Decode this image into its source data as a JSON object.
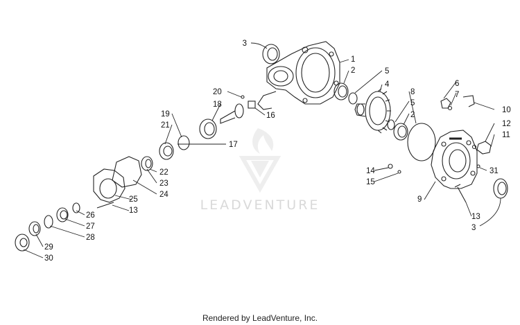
{
  "watermark": {
    "text": "LEADVENTURE"
  },
  "footer": {
    "text": "Rendered by LeadVenture, Inc."
  },
  "callouts": {
    "c1": "1",
    "c2a": "2",
    "c2b": "2",
    "c3a": "3",
    "c3b": "3",
    "c4": "4",
    "c5a": "5",
    "c5b": "5",
    "c6": "6",
    "c7": "7",
    "c8": "8",
    "c9": "9",
    "c10": "10",
    "c11": "11",
    "c12": "12",
    "c13a": "13",
    "c13b": "13",
    "c14": "14",
    "c15": "15",
    "c16": "16",
    "c17": "17",
    "c18": "18",
    "c19": "19",
    "c20": "20",
    "c21": "21",
    "c22": "22",
    "c23": "23",
    "c24": "24",
    "c25": "25",
    "c26": "26",
    "c27": "27",
    "c28": "28",
    "c29": "29",
    "c30": "30",
    "c31": "31"
  }
}
